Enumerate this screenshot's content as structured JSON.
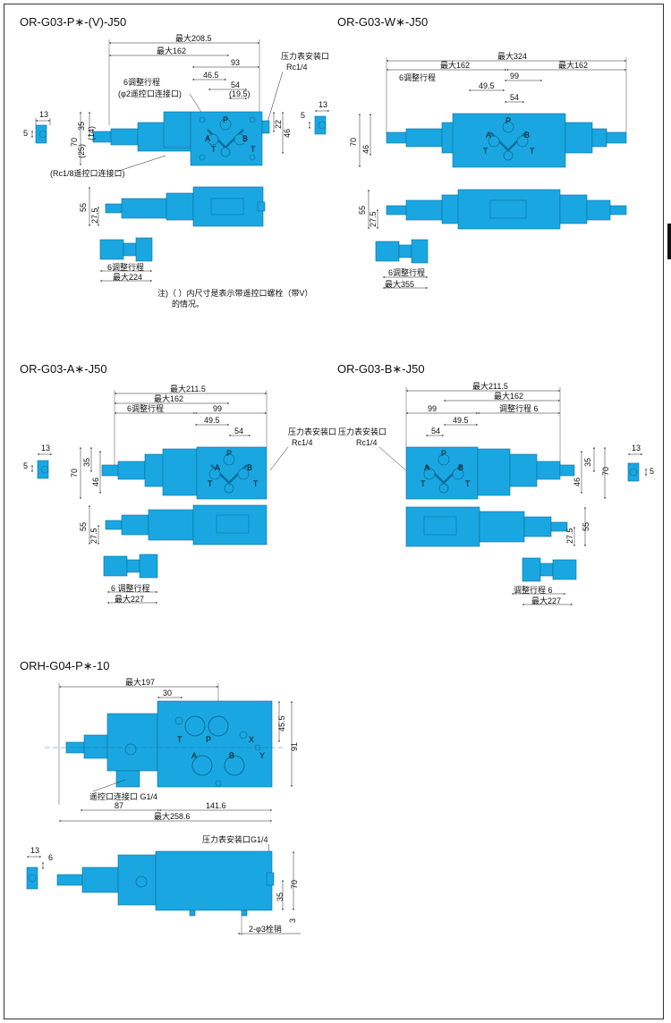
{
  "colors": {
    "body": "#1aa7e1",
    "dark": "#0b6d9a",
    "line": "#222222",
    "frame": "#333333"
  },
  "drawings": [
    {
      "title": "OR-G03-P∗-(V)-J50",
      "dims": {
        "max_total": "最大208.5",
        "max_162": "最大162",
        "d93": "93",
        "d46_5": "46.5",
        "d54": "54",
        "d19_5": "(19.5)",
        "d13": "13",
        "d5": "5",
        "d35": "35",
        "d70": "70",
        "d14": "(14)",
        "d25": "(25)",
        "d22": "22",
        "d46": "46",
        "d55": "55",
        "d27_5": "27.5"
      },
      "labels": {
        "adjust": "6调整行程",
        "pilot_port": "(φ2遥控口连接口)",
        "gauge_port": "压力表安装口",
        "gauge_thread": "Rc1/4",
        "rc18": "(Rc1/8遥控口连接口)",
        "knob_adjust": "6调整行程",
        "knob_max": "最大224"
      },
      "ports": {
        "p": "P",
        "a": "A",
        "b": "B",
        "t": "T"
      }
    },
    {
      "title": "OR-G03-W∗-J50",
      "dims": {
        "max_total": "最大324",
        "max_162_left": "最大162",
        "max_162_right": "最大162",
        "d49_5": "49.5",
        "d99": "99",
        "d54": "54",
        "d13": "13",
        "d5": "5",
        "d70": "70",
        "d46": "46",
        "d55": "55",
        "d27_5": "27.5"
      },
      "labels": {
        "adjust": "6调整行程",
        "knob_adjust": "6调整行程",
        "knob_max": "最大355"
      },
      "ports": {
        "p": "P",
        "a": "A",
        "b": "B",
        "t": "T"
      }
    },
    {
      "title": "OR-G03-A∗-J50",
      "dims": {
        "max_total": "最大211.5",
        "max_162": "最大162",
        "d99": "99",
        "d49_5": "49.5",
        "d54": "54",
        "d13": "13",
        "d5": "5",
        "d35": "35",
        "d70": "70",
        "d46": "46",
        "d55": "55",
        "d27_5": "27.5"
      },
      "labels": {
        "adjust": "6调整行程",
        "gauge_port": "压力表安装口",
        "gauge_thread": "Rc1/4",
        "knob_adjust": "6 调整行程",
        "knob_max": "最大227"
      },
      "ports": {
        "p": "P",
        "a": "A",
        "b": "B",
        "t": "T"
      }
    },
    {
      "title": "OR-G03-B∗-J50",
      "dims": {
        "max_total": "最大211.5",
        "max_162": "最大162",
        "d99": "99",
        "d49_5": "49.5",
        "d54": "54",
        "d13": "13",
        "d5": "5",
        "d35": "35",
        "d70": "70",
        "d46": "46",
        "d55": "55",
        "d27_5": "27.5"
      },
      "labels": {
        "adjust": "调整行程 6",
        "gauge_port": "压力表安装口",
        "gauge_thread": "Rc1/4",
        "knob_adjust": "调整行程 6",
        "knob_max": "最大227"
      },
      "ports": {
        "p": "P",
        "a": "A",
        "b": "B",
        "t": "T"
      }
    },
    {
      "title": "ORH-G04-P∗-10",
      "dims": {
        "max_197": "最大197",
        "d30": "30",
        "d45_5": "45.5",
        "d91": "91",
        "d87": "87",
        "d141_6": "141.6",
        "max_258_6": "最大258.6",
        "d13": "13",
        "d6": "6",
        "d35": "35",
        "d70": "70",
        "d3": "3"
      },
      "labels": {
        "pilot_port": "遥控口连接口 G1/4",
        "gauge_port": "压力表安装口G1/4",
        "pins": "2-φ3栓销"
      },
      "ports": {
        "t": "T",
        "p": "P",
        "x": "X",
        "y": "Y",
        "a": "A",
        "b": "B"
      }
    }
  ],
  "note": {
    "line1": "注)（ ）内尺寸是表示带遥控口螺栓（带V）",
    "line2": "的情况。"
  }
}
